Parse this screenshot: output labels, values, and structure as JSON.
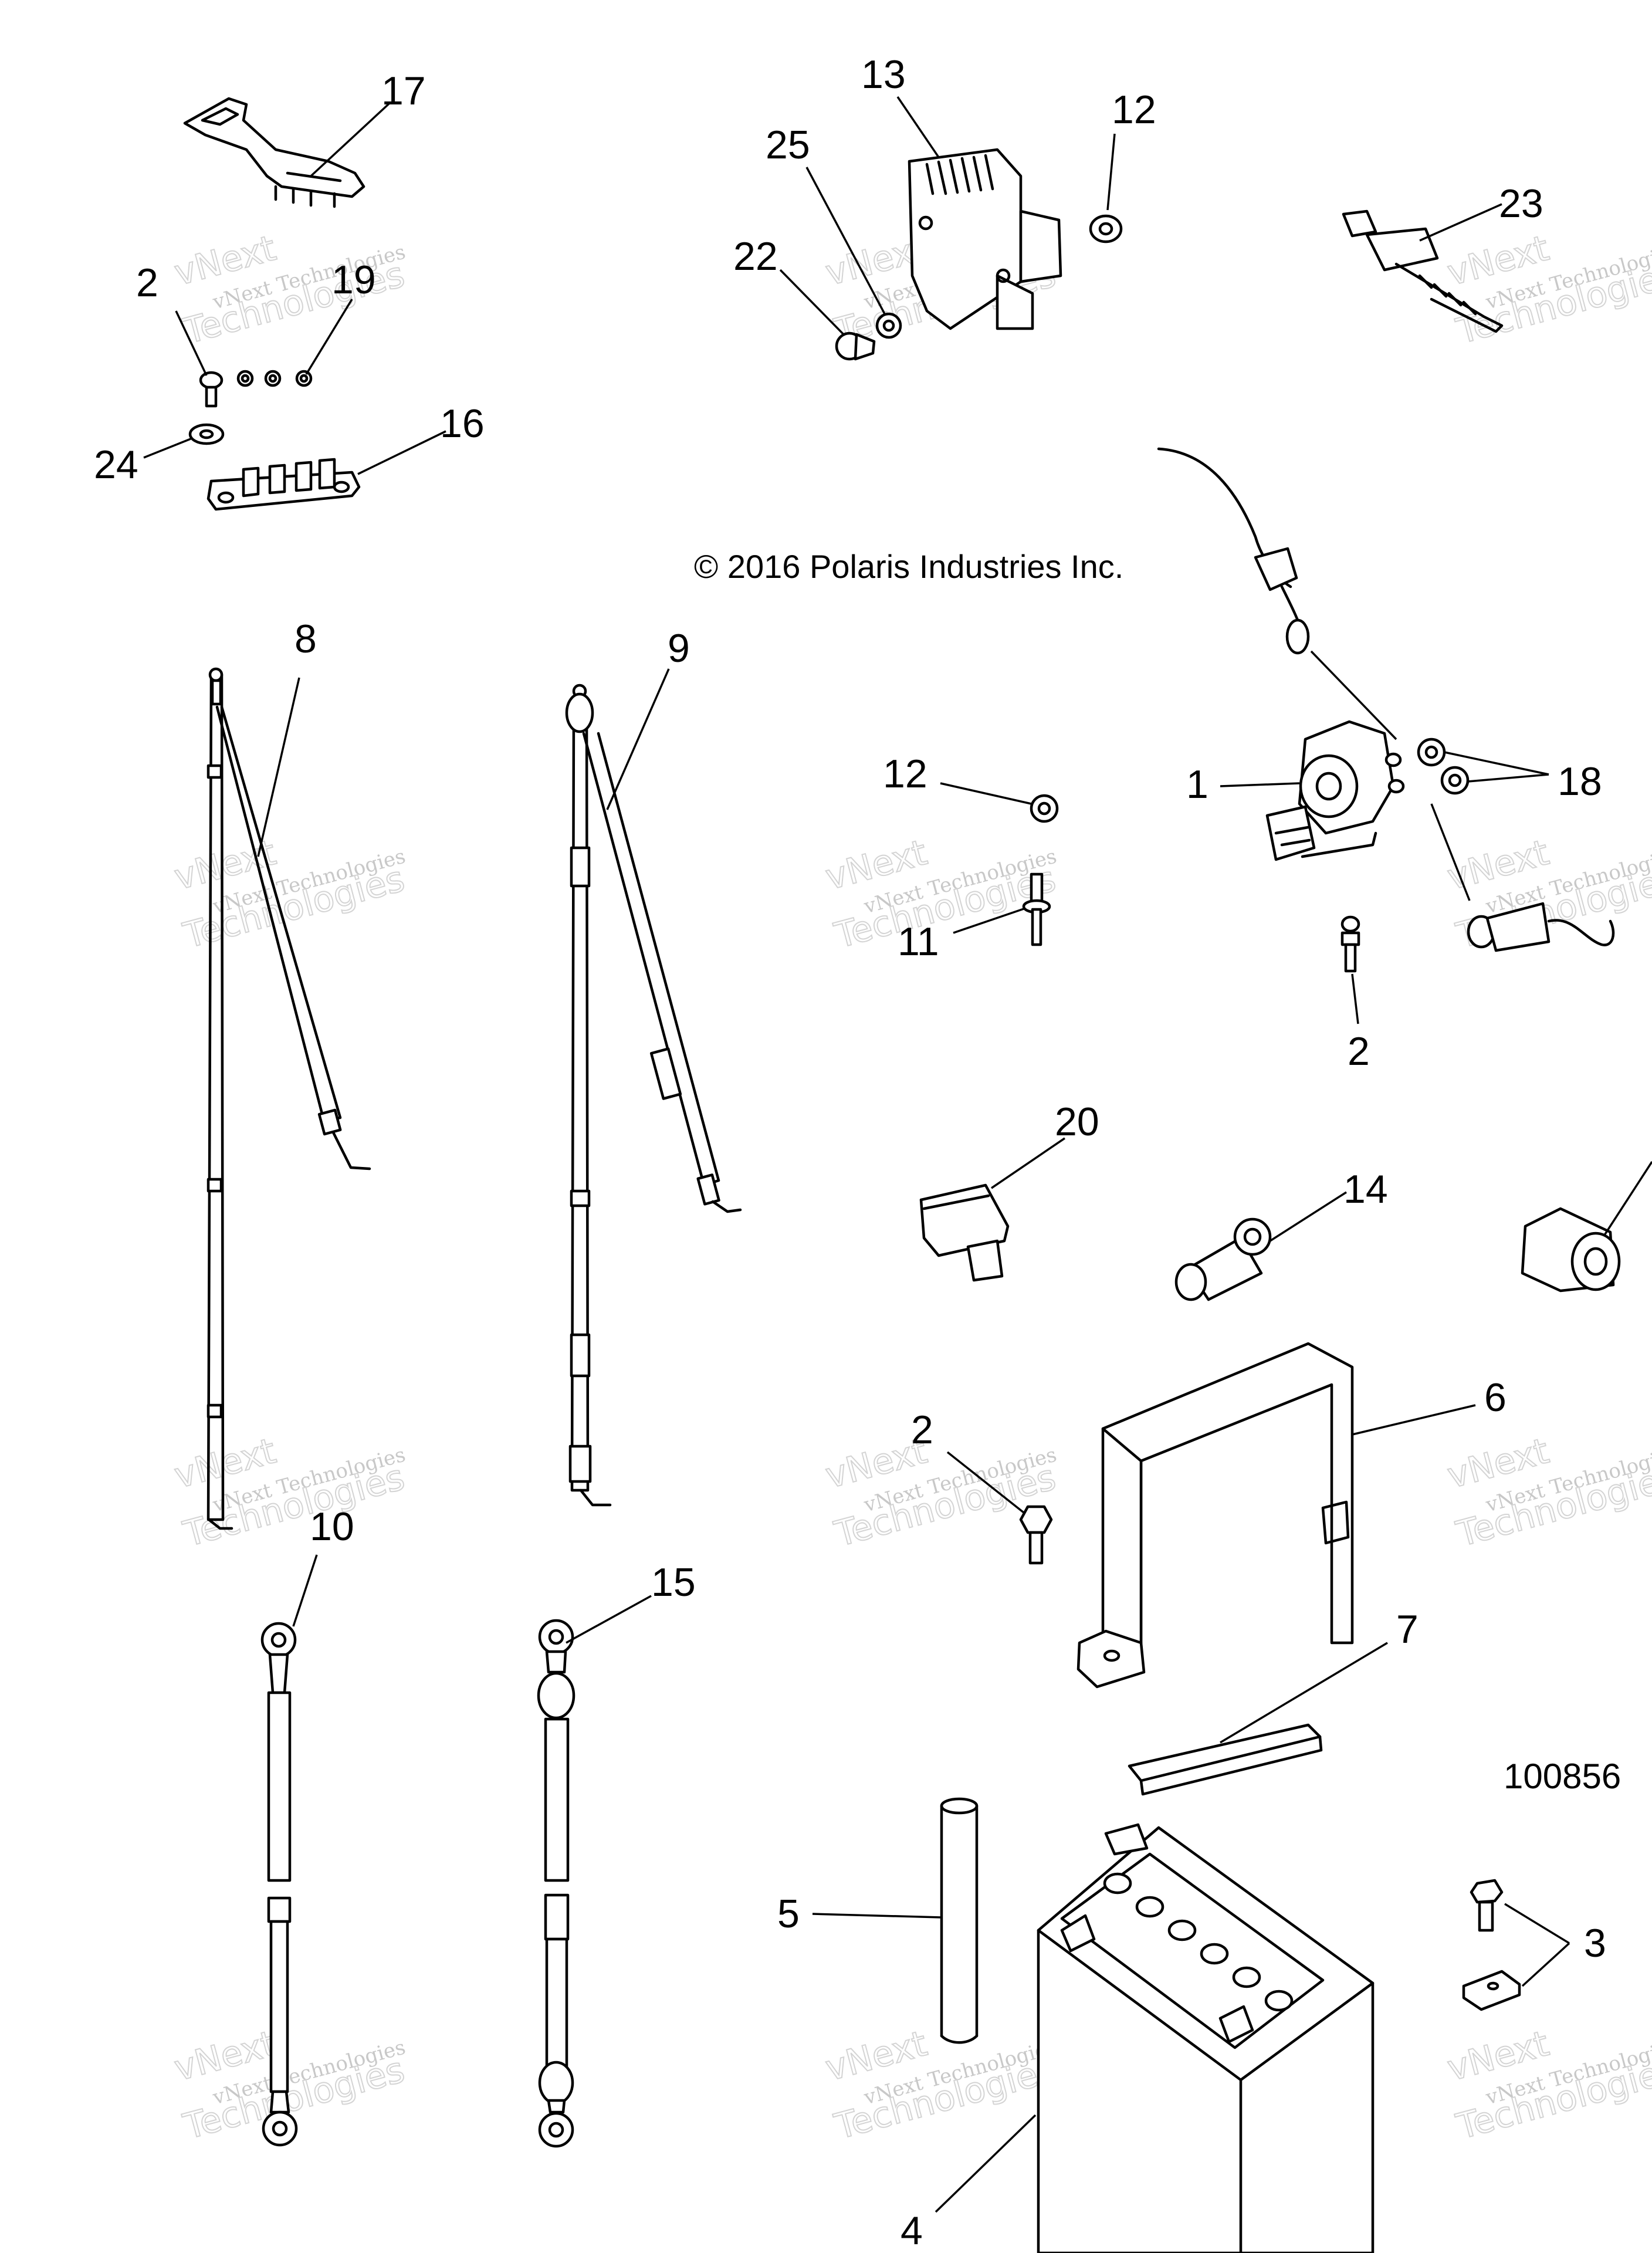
{
  "diagram": {
    "copyright": "© 2016 Polaris Industries Inc.",
    "figure_number": "100856",
    "watermark": {
      "line1": "vNext Technologies",
      "line2": "Technologies",
      "line3": "vNext"
    },
    "callouts": {
      "c1": "1",
      "c2a": "2",
      "c2b": "2",
      "c2c": "2",
      "c3": "3",
      "c4": "4",
      "c5": "5",
      "c6": "6",
      "c7": "7",
      "c8": "8",
      "c9": "9",
      "c10": "10",
      "c11": "11",
      "c12a": "12",
      "c12b": "12",
      "c13": "13",
      "c14": "14",
      "c15": "15",
      "c16": "16",
      "c17": "17",
      "c18": "18",
      "c19": "19",
      "c20": "20",
      "c22": "22",
      "c23": "23",
      "c24": "24",
      "c25": "25"
    }
  }
}
